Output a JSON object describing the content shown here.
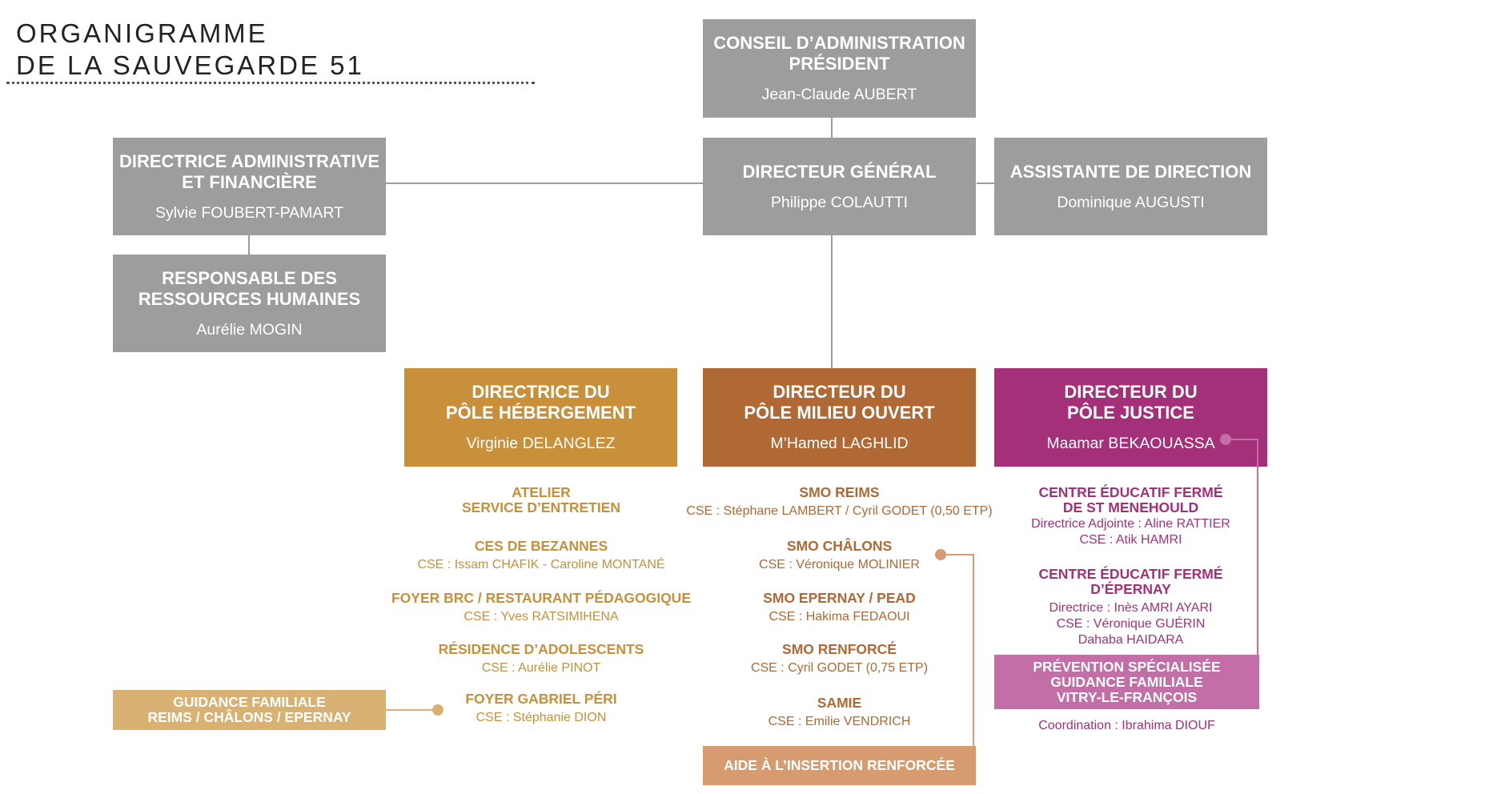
{
  "title": {
    "line1": "ORGANIGRAMME",
    "line2": "DE LA SAUVEGARDE 51"
  },
  "colors": {
    "grey": "#9d9d9d",
    "hebergement": "#c8903a",
    "milieu_ouvert": "#b06834",
    "justice": "#a43079",
    "guidance_box": "#d9b172",
    "aide_box": "#d69c6f",
    "prevention_box": "#c36ea6"
  },
  "conseil": {
    "title_line1": "CONSEIL D’ADMINISTRATION",
    "title_line2": "PRÉSIDENT",
    "name": "Jean-Claude AUBERT"
  },
  "directeur_general": {
    "title": "DIRECTEUR GÉNÉRAL",
    "name": "Philippe COLAUTTI"
  },
  "daf": {
    "title_line1": "DIRECTRICE ADMINISTRATIVE",
    "title_line2": "ET FINANCIÈRE",
    "name": "Sylvie FOUBERT-PAMART"
  },
  "rh": {
    "title_line1": "RESPONSABLE DES",
    "title_line2": "RESSOURCES HUMAINES",
    "name": "Aurélie MOGIN"
  },
  "assistante": {
    "title": "ASSISTANTE DE DIRECTION",
    "name": "Dominique AUGUSTI"
  },
  "pole_hebergement": {
    "title_line1": "DIRECTRICE DU",
    "title_line2": "PÔLE HÉBERGEMENT",
    "name": "Virginie DELANGLEZ",
    "services": [
      {
        "line1": "ATELIER",
        "line2": "SERVICE D’ENTRETIEN",
        "detail": ""
      },
      {
        "line1": "CES DE BEZANNES",
        "line2": "",
        "detail": "CSE : Issam CHAFIK - Caroline MONTANÉ"
      },
      {
        "line1": "FOYER BRC / RESTAURANT PÉDAGOGIQUE",
        "line2": "",
        "detail": "CSE : Yves RATSIMIHENA"
      },
      {
        "line1": "RÉSIDENCE D’ADOLESCENTS",
        "line2": "",
        "detail": "CSE : Aurélie PINOT"
      },
      {
        "line1": "FOYER GABRIEL PÉRI",
        "line2": "",
        "detail": "CSE : Stéphanie DION"
      }
    ],
    "guidance": {
      "line1": "GUIDANCE FAMILIALE",
      "line2": "REIMS / CHÂLONS / EPERNAY"
    }
  },
  "pole_milieu_ouvert": {
    "title_line1": "DIRECTEUR DU",
    "title_line2": "PÔLE MILIEU OUVERT",
    "name": "M’Hamed LAGHLID",
    "services": [
      {
        "line1": "SMO REIMS",
        "detail": "CSE : Stéphane LAMBERT / Cyril GODET (0,50 ETP)"
      },
      {
        "line1": "SMO CHÂLONS",
        "detail": "CSE : Véronique MOLINIER"
      },
      {
        "line1": "SMO EPERNAY / PEAD",
        "detail": "CSE : Hakima FEDAOUI"
      },
      {
        "line1": "SMO RENFORCÉ",
        "detail": "CSE : Cyril GODET (0,75 ETP)"
      },
      {
        "line1": "SAMIE",
        "detail": "CSE : Emilie VENDRICH"
      }
    ],
    "aide": "AIDE À L’INSERTION RENFORCÉE"
  },
  "pole_justice": {
    "title_line1": "DIRECTEUR DU",
    "title_line2": "PÔLE JUSTICE",
    "name": "Maamar BEKAOUASSA",
    "services": [
      {
        "line1": "CENTRE ÉDUCATIF FERMÉ",
        "line2": "DE ST MENEHOULD",
        "detail1": "Directrice Adjointe : Aline RATTIER",
        "detail2": "CSE : Atik HAMRI",
        "detail3": ""
      },
      {
        "line1": "CENTRE ÉDUCATIF FERMÉ",
        "line2": "D’ÉPERNAY",
        "detail1": "Directrice : Inès AMRI AYARI",
        "detail2": "CSE : Véronique GUÉRIN",
        "detail3": "Dahaba HAIDARA"
      }
    ],
    "prevention": {
      "line1": "PRÉVENTION SPÉCIALISÉE",
      "line2": "GUIDANCE FAMILIALE",
      "line3": "VITRY-LE-FRANÇOIS"
    },
    "coordination": "Coordination : Ibrahima DIOUF"
  }
}
